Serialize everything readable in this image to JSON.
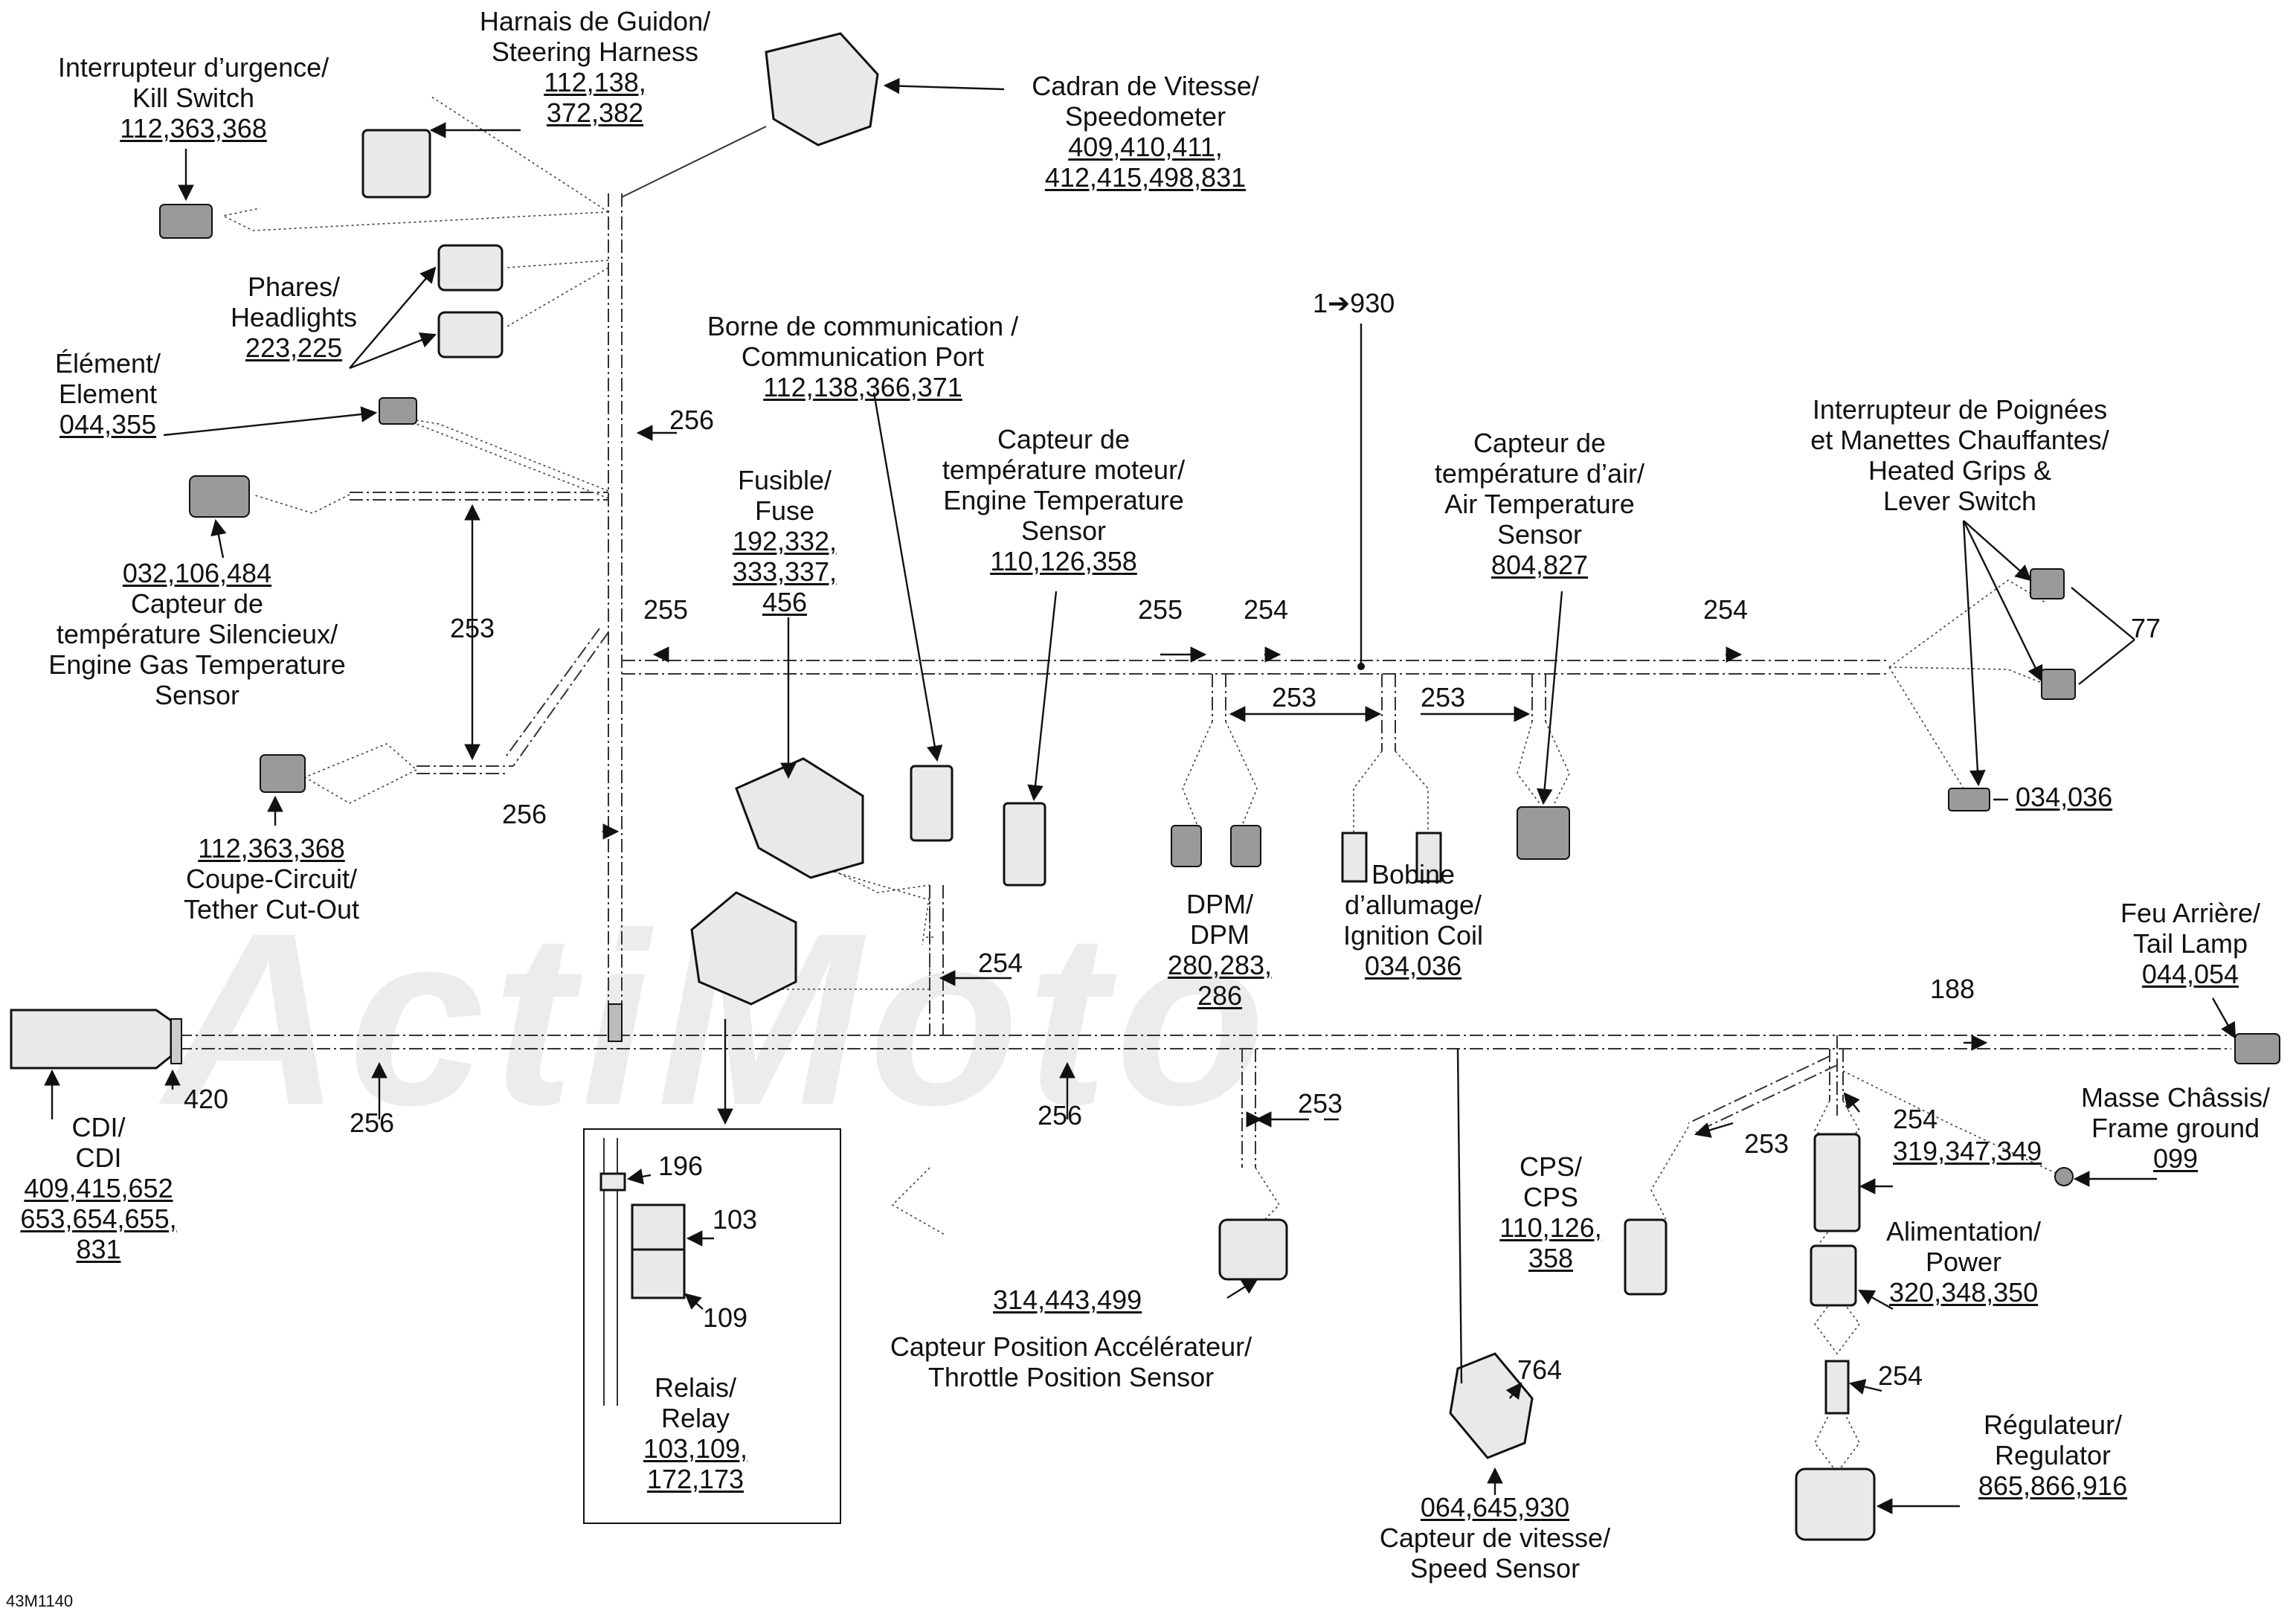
{
  "diagram_ref": "43M1140",
  "watermark": "ActiMoto",
  "components": {
    "steering_harness": {
      "lines": [
        "Harnais de Guidon/",
        "Steering Harness"
      ],
      "codes": [
        "112,138,",
        "372,382"
      ]
    },
    "kill_switch": {
      "lines": [
        "Interrupteur d’urgence/",
        "Kill Switch"
      ],
      "codes": [
        "112,363,368"
      ]
    },
    "speedometer": {
      "lines": [
        "Cadran de Vitesse/",
        "Speedometer"
      ],
      "codes": [
        "409,410,411,",
        "412,415,498,831"
      ]
    },
    "headlights": {
      "lines": [
        "Phares/",
        "Headlights"
      ],
      "codes": [
        "223,225"
      ]
    },
    "element": {
      "lines": [
        "Élément/",
        "Element"
      ],
      "codes": [
        "044,355"
      ]
    },
    "gas_temp_sensor": {
      "codes": [
        "032,106,484"
      ],
      "lines": [
        "Capteur de",
        "température Silencieux/",
        "Engine Gas Temperature",
        "Sensor"
      ]
    },
    "tether_cutout": {
      "codes": [
        "112,363,368"
      ],
      "lines": [
        "Coupe-Circuit/",
        "Tether Cut-Out"
      ]
    },
    "communication_port": {
      "lines": [
        "Borne de communication /",
        "Communication Port"
      ],
      "codes": [
        "112,138,366,371"
      ]
    },
    "fuse": {
      "lines": [
        "Fusible/",
        "Fuse"
      ],
      "codes": [
        "192,332,",
        "333,337,",
        "456"
      ]
    },
    "engine_temp_sensor": {
      "lines": [
        "Capteur de",
        "température moteur/",
        "Engine Temperature",
        "Sensor"
      ],
      "codes": [
        "110,126,358"
      ]
    },
    "main_harness_ref": "1➔930",
    "air_temp_sensor": {
      "lines": [
        "Capteur de",
        "température d’air/",
        "Air Temperature",
        "Sensor"
      ],
      "codes": [
        "804,827"
      ]
    },
    "heated_grips_switch": {
      "lines": [
        "Interrupteur de Poignées",
        "et Manettes Chauffantes/",
        "Heated Grips &",
        "Lever Switch"
      ]
    },
    "heated_grips_codes": "034,036",
    "dpm": {
      "lines": [
        "DPM/",
        "DPM"
      ],
      "codes": [
        "280,283,",
        "286"
      ]
    },
    "ignition_coil": {
      "lines": [
        "Bobine",
        "d’allumage/",
        "Ignition Coil"
      ],
      "codes": [
        "034,036"
      ]
    },
    "tail_lamp": {
      "lines": [
        "Feu Arrière/",
        "Tail Lamp"
      ],
      "codes": [
        "044,054"
      ]
    },
    "cdi": {
      "lines": [
        "CDI/",
        "CDI"
      ],
      "codes": [
        "409,415,652",
        "653,654,655,",
        "831"
      ]
    },
    "relay": {
      "lines": [
        "Relais/",
        "Relay"
      ],
      "codes": [
        "103,109,",
        "172,173"
      ]
    },
    "throttle_sensor": {
      "codes_inline": "314,443,499",
      "lines": [
        "Capteur Position Accélérateur/",
        "Throttle Position Sensor"
      ]
    },
    "cps": {
      "lines": [
        "CPS/",
        "CPS"
      ],
      "codes": [
        "110,126,",
        "358"
      ]
    },
    "speed_sensor": {
      "codes": [
        "064,645,930"
      ],
      "lines": [
        "Capteur de vitesse/",
        "Speed Sensor"
      ]
    },
    "frame_ground": {
      "lines": [
        "Masse Châssis/",
        "Frame ground"
      ],
      "codes": [
        "099"
      ]
    },
    "power": {
      "codes_inline": "319,347,349",
      "lines": [
        "Alimentation/",
        "Power"
      ],
      "codes2": "320,348,350"
    },
    "regulator": {
      "lines": [
        "Régulateur/",
        "Regulator"
      ],
      "codes": [
        "865,866,916"
      ]
    }
  },
  "part_numbers": {
    "p256a": "256",
    "p256b": "256",
    "p256c": "256",
    "p256d": "256",
    "p253a": "253",
    "p253b": "253",
    "p253c": "253",
    "p253d": "253",
    "p253e": "253",
    "p255a": "255",
    "p255b": "255",
    "p254a": "254",
    "p254b": "254",
    "p254c": "254",
    "p254d": "254",
    "p254e": "254",
    "p77": "77",
    "p188": "188",
    "p420": "420",
    "p196": "196",
    "p103": "103",
    "p109": "109",
    "p764": "764"
  }
}
